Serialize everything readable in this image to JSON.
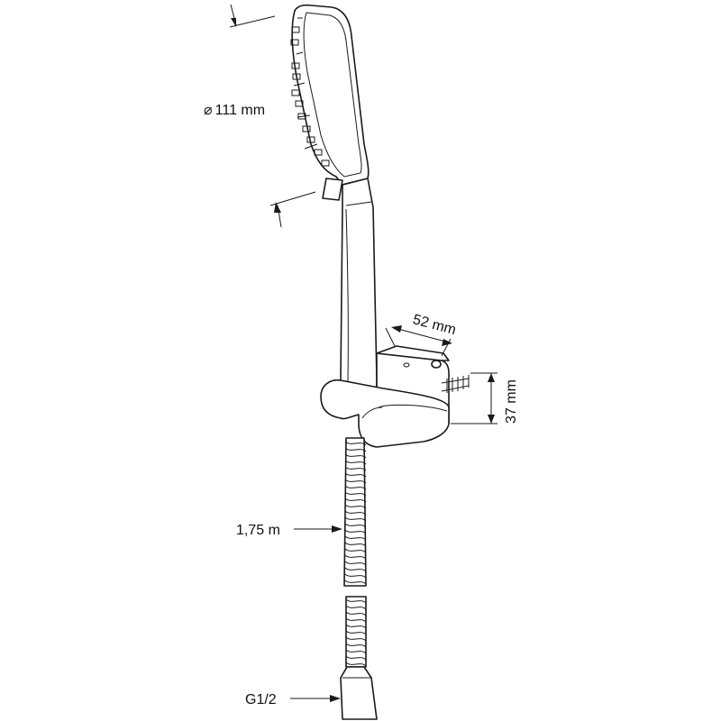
{
  "dimensions": {
    "head_diameter": "111 mm",
    "holder_width": "52 mm",
    "holder_height": "37 mm",
    "hose_length": "1,75 m",
    "connection_thread": "G1/2"
  },
  "symbols": {
    "diameter_symbol": "⌀"
  }
}
